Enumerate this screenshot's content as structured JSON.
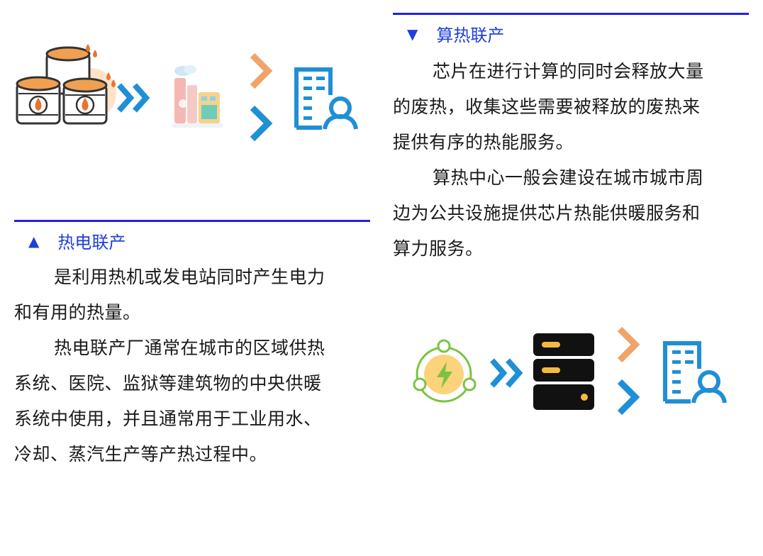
{
  "left": {
    "heading": "热电联产",
    "heading_marker": "▲",
    "paragraphs": [
      "是利用热机或发电站同时产生电力",
      "和有用的热量。",
      "热电联产厂通常在城市的区域供热",
      "系统、医院、监狱等建筑物的中央供暖",
      "系统中使用，并且通常用于工业用水、",
      "冷却、蒸汽生产等产热过程中。"
    ],
    "diagram_icons": [
      "fuel-barrels-icon",
      "double-chevron-icon",
      "power-plant-icon",
      "chevron-orange-icon",
      "chevron-blue-icon",
      "building-user-icon"
    ]
  },
  "right": {
    "heading": "算热联产",
    "heading_marker": "▼",
    "paragraphs": [
      "芯片在进行计算的同时会释放大量",
      "的废热，收集这些需要被释放的废热来",
      "提供有序的热能服务。",
      "算热中心一般会建设在城市城市周",
      "边为公共设施提供芯片热能供暖服务和",
      "算力服务。"
    ],
    "diagram_icons": [
      "energy-cycle-icon",
      "double-chevron-icon",
      "server-icon",
      "chevron-orange-icon",
      "chevron-blue-icon",
      "building-user-icon"
    ]
  },
  "colors": {
    "accent_blue": "#1f22e6",
    "heading_blue": "#1f3fd8",
    "icon_blue": "#1f8fd6",
    "icon_orange": "#f0a36a",
    "flame": "#e8742a",
    "energy_green": "#7cc242"
  }
}
